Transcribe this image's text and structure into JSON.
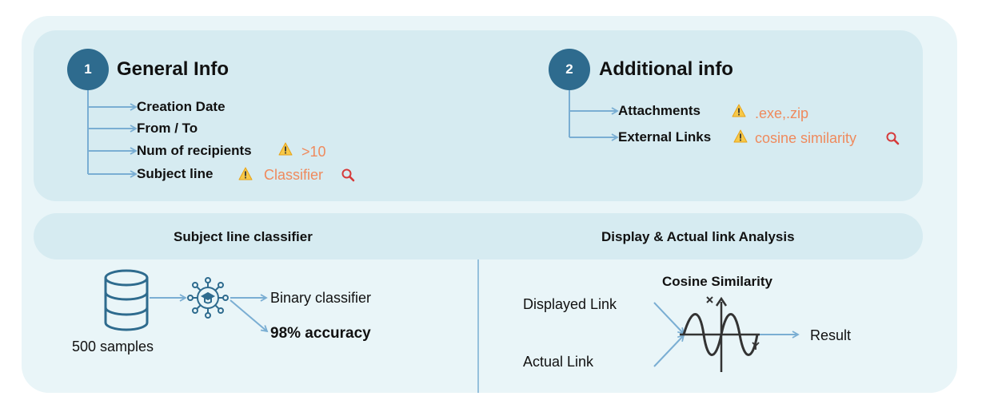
{
  "general": {
    "step": "1",
    "title": "General Info",
    "items": [
      {
        "label": "Creation Date"
      },
      {
        "label": "From / To"
      },
      {
        "label": "Num of recipients",
        "note": ">10"
      },
      {
        "label": "Subject line",
        "note": "Classifier"
      }
    ]
  },
  "additional": {
    "step": "2",
    "title": "Additional info",
    "items": [
      {
        "label": "Attachments",
        "note": ".exe,.zip"
      },
      {
        "label": "External Links",
        "note": "cosine similarity"
      }
    ]
  },
  "classifier": {
    "header": "Subject line classifier",
    "samples": "500 samples",
    "binary": "Binary classifier",
    "accuracy": "98% accuracy"
  },
  "link_analysis": {
    "header": "Display & Actual link Analysis",
    "cosine_title": "Cosine Similarity",
    "displayed": "Displayed Link",
    "actual": "Actual Link",
    "result": "Result"
  },
  "colors": {
    "accent": "#2e6b8e",
    "arrow": "#7aaed3",
    "warning_text": "#ef8a5d",
    "panel": "#d6ebf1",
    "background": "#e9f5f8"
  },
  "icons": [
    "warning-icon",
    "magnifier-icon",
    "database-icon",
    "neural-network-icon",
    "sine-wave-icon"
  ]
}
